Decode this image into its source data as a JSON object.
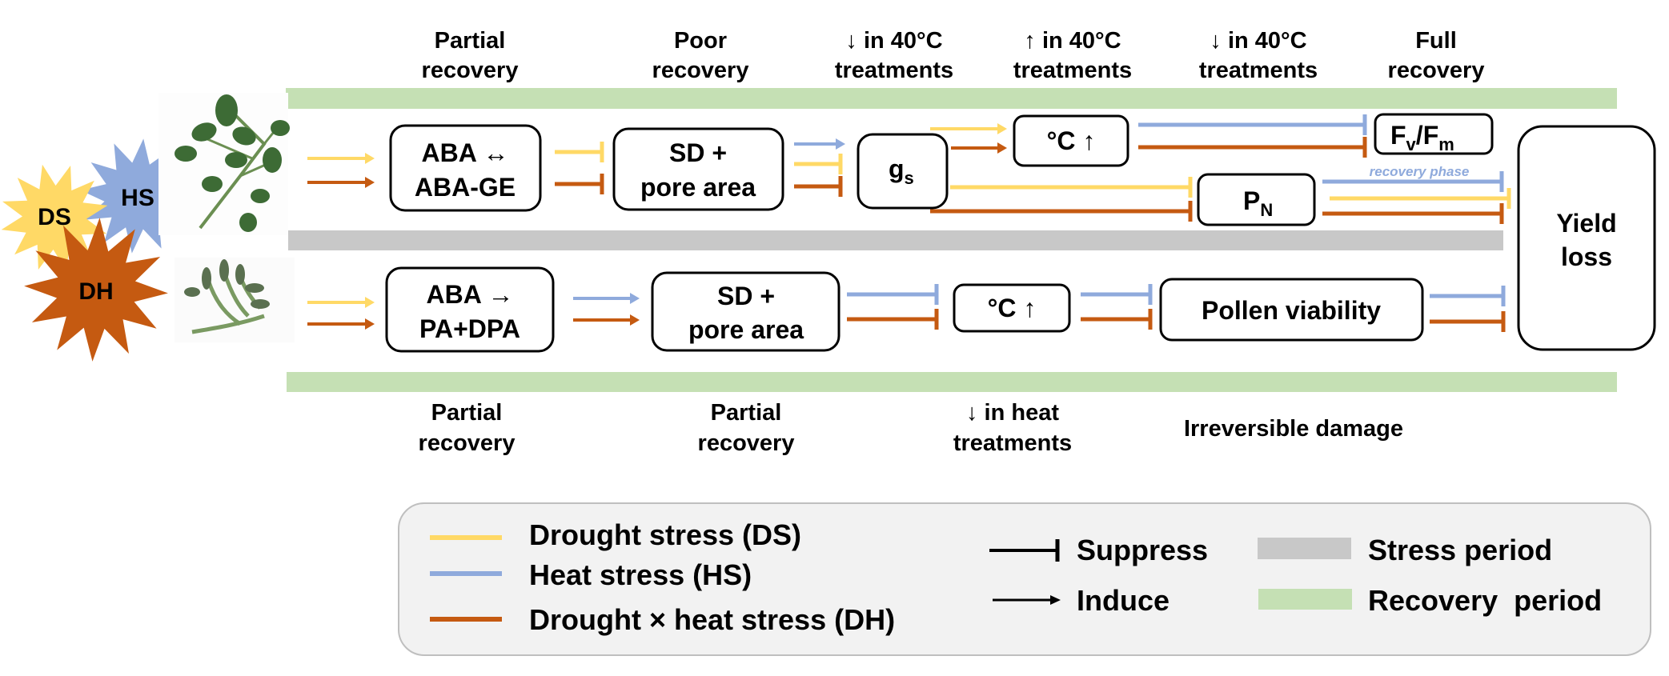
{
  "colors": {
    "drought": "#FFD966",
    "heat": "#8FAADC",
    "drought_heat": "#C55A11",
    "stress_period": "#C8C8C8",
    "recovery_period": "#C5E0B4",
    "legend_bg": "#F2F2F2"
  },
  "stressors": [
    {
      "id": "DS",
      "label": "DS"
    },
    {
      "id": "HS",
      "label": "HS"
    },
    {
      "id": "DH",
      "label": "DH"
    }
  ],
  "top_labels": [
    {
      "line1": "Partial",
      "line2": "recovery"
    },
    {
      "line1": "Poor",
      "line2": "recovery"
    },
    {
      "line1": "↓ in 40°C",
      "line2": "treatments"
    },
    {
      "line1": "↑ in 40°C",
      "line2": "treatments"
    },
    {
      "line1": "↓ in 40°C",
      "line2": "treatments"
    },
    {
      "line1": "Full",
      "line2": "recovery"
    }
  ],
  "bottom_labels": [
    {
      "line1": "Partial",
      "line2": "recovery"
    },
    {
      "line1": "Partial",
      "line2": "recovery"
    },
    {
      "line1": "↓ in heat",
      "line2": "treatments"
    },
    {
      "line1": "Irreversible damage",
      "line2": ""
    }
  ],
  "leaf_row": {
    "aba_box": {
      "line1": "ABA ↔",
      "line2": "ABA-GE"
    },
    "sd_box": {
      "line1": "SD +",
      "line2": "pore area"
    },
    "gs_box": {
      "main": "g",
      "sub": "s"
    },
    "temp_box": {
      "label": "°C ↑"
    },
    "fvfm_box": {
      "f1": "F",
      "sub1": "v",
      "slash": "/F",
      "sub2": "m"
    },
    "pn_box": {
      "main": "P",
      "sub": "N"
    },
    "recovery_phase_note": "recovery phase"
  },
  "flower_row": {
    "aba_box": {
      "line1": "ABA →",
      "line2": "PA+DPA"
    },
    "sd_box": {
      "line1": "SD +",
      "line2": "pore area"
    },
    "temp_box": {
      "label": "°C ↑"
    },
    "pollen_box": {
      "label": "Pollen viability"
    }
  },
  "outcome": {
    "line1": "Yield",
    "line2": "loss"
  },
  "legend": {
    "stress_types": [
      {
        "label": "Drought stress (DS)",
        "color_key": "drought"
      },
      {
        "label": "Heat stress (HS)",
        "color_key": "heat"
      },
      {
        "label": "Drought × heat stress (DH)",
        "color_key": "drought_heat"
      }
    ],
    "effects": [
      {
        "label": "Suppress",
        "type": "suppress"
      },
      {
        "label": "Induce",
        "type": "induce"
      }
    ],
    "periods": [
      {
        "label": "Stress period",
        "color_key": "stress_period"
      },
      {
        "label": "Recovery  period",
        "color_key": "recovery_period"
      }
    ]
  }
}
